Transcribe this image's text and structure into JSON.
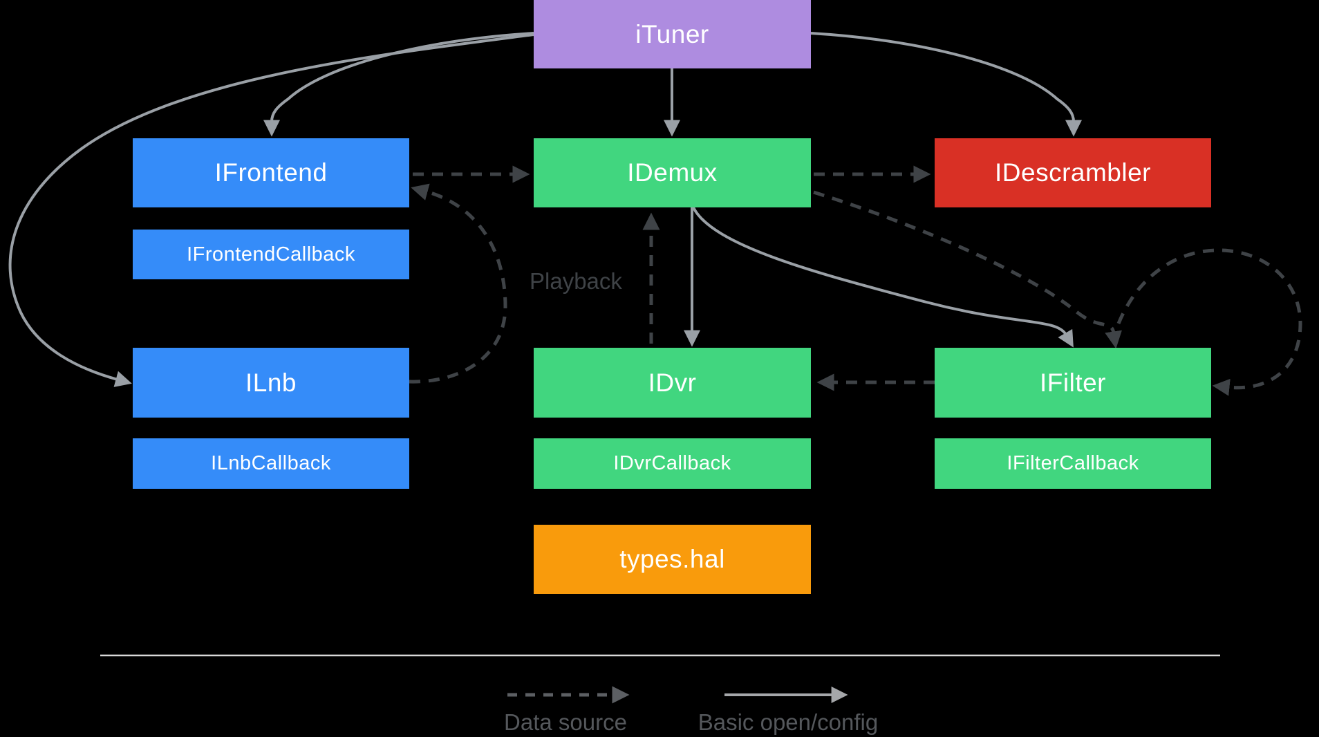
{
  "colors": {
    "background": "#000000",
    "purple": "#AE8CE0",
    "blue": "#358CF9",
    "green": "#41D67F",
    "red": "#D93025",
    "orange": "#F99B0C",
    "box_text": "#FFFFFF",
    "solid_arrow": "#9AA0A6",
    "dashed_arrow": "#3F4347",
    "playback_text": "#3F4347",
    "divider": "#D9D9D9",
    "legend_dashed": "#5C5F63",
    "legend_solid": "#A5A7AA",
    "legend_text": "#55585C"
  },
  "boxes": {
    "ituner": {
      "label": "iTuner"
    },
    "ifrontend": {
      "label": "IFrontend"
    },
    "ifrontend_callback": {
      "label": "IFrontendCallback"
    },
    "ilnb": {
      "label": "ILnb"
    },
    "ilnb_callback": {
      "label": "ILnbCallback"
    },
    "idemux": {
      "label": "IDemux"
    },
    "idvr": {
      "label": "IDvr"
    },
    "idvr_callback": {
      "label": "IDvrCallback"
    },
    "types_hal": {
      "label": "types.hal"
    },
    "idescrambler": {
      "label": "IDescrambler"
    },
    "ifilter": {
      "label": "IFilter"
    },
    "ifilter_callback": {
      "label": "IFilterCallback"
    }
  },
  "annotations": {
    "playback": "Playback"
  },
  "legend": {
    "data_source": "Data source",
    "basic_open_config": "Basic open/config"
  },
  "edges": [
    {
      "from": "iTuner",
      "to": "IFrontend",
      "type": "basic_open_config"
    },
    {
      "from": "iTuner",
      "to": "IDemux",
      "type": "basic_open_config"
    },
    {
      "from": "iTuner",
      "to": "IDescrambler",
      "type": "basic_open_config"
    },
    {
      "from": "iTuner",
      "to": "ILnb",
      "type": "basic_open_config"
    },
    {
      "from": "IDemux",
      "to": "IDvr",
      "type": "basic_open_config"
    },
    {
      "from": "IDemux",
      "to": "IFilter",
      "type": "basic_open_config"
    },
    {
      "from": "IFrontend",
      "to": "IDemux",
      "type": "data_source"
    },
    {
      "from": "IDemux",
      "to": "IDescrambler",
      "type": "data_source"
    },
    {
      "from": "ILnb",
      "to": "IFrontend",
      "type": "data_source"
    },
    {
      "from": "IDvr",
      "to": "IDemux",
      "type": "data_source",
      "label": "Playback"
    },
    {
      "from": "IFilter",
      "to": "IDvr",
      "type": "data_source"
    },
    {
      "from": "IDemux",
      "to": "IFilter",
      "type": "data_source"
    },
    {
      "from": "IFilter",
      "to": "IFilter",
      "type": "data_source"
    }
  ]
}
